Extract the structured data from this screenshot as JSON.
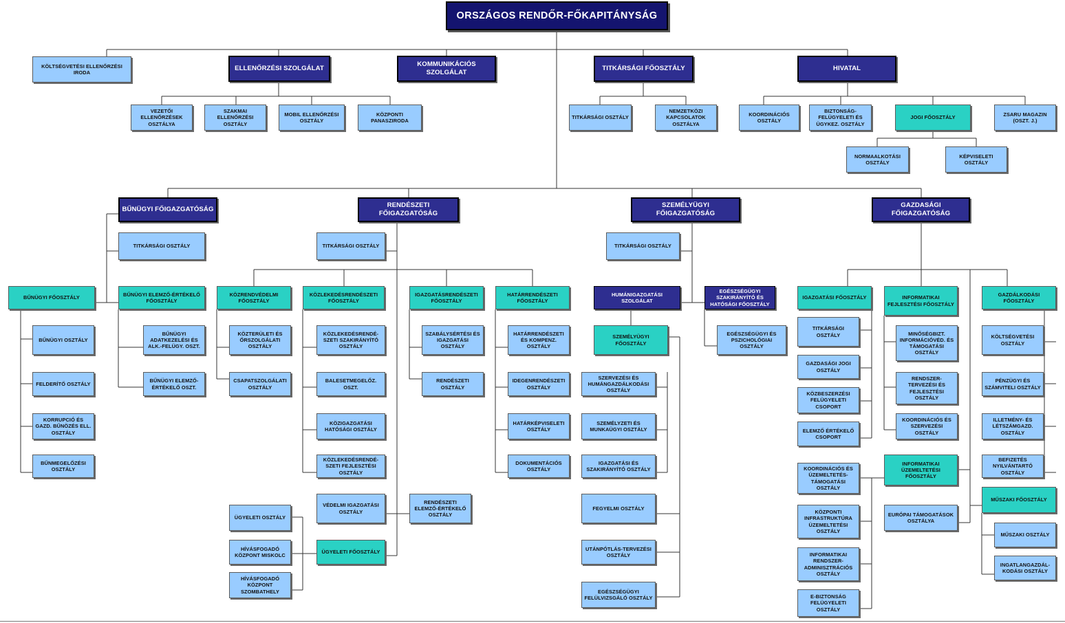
{
  "chart": {
    "root": "ORSZÁGOS RENDŐR-FŐKAPITÁNYSÁG",
    "central": {
      "koltsegvetesi_ellenorzesi_iroda": "KÖLTSÉGVETÉSI ELLENŐRZÉSI IRODA",
      "ellenorzesi_szolgalat": "ELLENŐRZÉSI SZOLGÁLAT",
      "kommunikacios_szolgalat": "KOMMUNIKÁCIÓS SZOLGÁLAT",
      "titkarsagi_foosztaly": "TITKÁRSÁGI FŐOSZTÁLY",
      "hivatal": "HIVATAL",
      "vezetoi_ellenorzesek": "VEZETŐI ELLENŐRZÉSEK OSZTÁLYA",
      "szakmai_ellenorzesi": "SZAKMAI ELLENŐRZÉSI OSZTÁLY",
      "mobil_ellenorzesi": "MOBIL ELLENŐRZÉSI OSZTÁLY",
      "kozponti_panasziroda": "KÖZPONTI PANASZIRODA",
      "titkarsagi_osztaly": "TITKÁRSÁGI OSZTÁLY",
      "nemzetkozi_kapcsolatok": "NEMZETKÖZI KAPCSOLATOK OSZTÁLYA",
      "koordinacios": "KOORDINÁCIÓS OSZTÁLY",
      "biztonsag_felugyeleti": "BIZTONSÁG-FELÜGYELETI ÉS ÜGYKEZ. OSZTÁLY",
      "jogi_foosztaly": "JOGI FŐOSZTÁLY",
      "zsaru_magazin": "ZSARU MAGAZIN (OSZT. J.)",
      "normaalkotasi": "NORMAALKOTÁSI OSZTÁLY",
      "kepviseleti": "KÉPVISELETI OSZTÁLY"
    },
    "bunugyi": {
      "head": "BŰNÜGYI FŐIGAZGATÓSÁG",
      "titkarsagi": "TITKÁRSÁGI OSZTÁLY",
      "bunugyi_foosztaly": "BŰNÜGYI FŐOSZTÁLY",
      "bunugyi_osztaly": "BŰNÜGYI OSZTÁLY",
      "felderito": "FELDERÍTŐ OSZTÁLY",
      "korrupcio": "KORRUPCIÓ ÉS GAZD. BŰNÖZÉS ELL. OSZTÁLY",
      "bunmegelozesi": "BŰNMEGELŐZÉSI OSZTÁLY",
      "elemzo_foosztaly": "BŰNÜGYI ELEMZŐ-ÉRTÉKELŐ FŐOSZTÁLY",
      "adatkezelesi": "BŰNÜGYI ADATKEZELÉSI ÉS ALK.-FELÜGY. OSZT.",
      "elemzo_oszt": "BŰNÜGYI ELEMZŐ-ÉRTÉKELŐ OSZT."
    },
    "rendeszeti": {
      "head": "RENDÉSZETI FŐIGAZGATÓSÁG",
      "titkarsagi": "TITKÁRSÁGI OSZTÁLY",
      "kozrendvedelmi": "KÖZRENDVÉDELMI FŐOSZTÁLY",
      "kozteruleti": "KÖZTERÜLETI ÉS ŐRSZOLGÁLATI OSZTÁLY",
      "csapatszolgalati": "CSAPATSZOLGÁLATI OSZTÁLY",
      "kozlekedesrendeszeti": "KÖZLEKEDÉSRENDÉSZETI FŐOSZTÁLY",
      "kozl_szakiranyito": "KÖZLEKEDÉSRENDÉ-SZETI SZAKIRÁNYÍTÓ OSZTÁLY",
      "balesetmegeloz": "BALESETMEGELŐZ. OSZT.",
      "kozigazgatasi": "KÖZIGAZGATÁSI HATÓSÁGI OSZTÁLY",
      "kozl_fejlesztesi": "KÖZLEKEDÉSRENDÉ-SZETI FEJLESZTÉSI OSZTÁLY",
      "vedelmi": "VÉDELMI IGAZGATÁSI OSZTÁLY",
      "ugyeleti_foosztaly": "ÜGYELETI FŐOSZTÁLY",
      "ugyeleti_osztaly": "ÜGYELETI OSZTÁLY",
      "hivasfogado_miskolc": "HÍVÁSFOGADÓ KÖZPONT MISKOLC",
      "hivasfogado_szombathely": "HÍVÁSFOGADÓ KÖZPONT SZOMBATHELY",
      "igazgatasrendeszeti": "IGAZGATÁSRENDÉSZETI FŐOSZTÁLY",
      "szabalysertesi": "SZABÁLYSÉRTÉSI ÉS IGAZGATÁSI OSZTÁLY",
      "rendeszeti_osztaly": "RENDÉSZETI OSZTÁLY",
      "rendeszeti_elemzo": "RENDÉSZETI ELEMZŐ-ÉRTÉKELŐ OSZTÁLY",
      "hatarrendeszeti": "HATÁRRENDÉSZETI FŐOSZTÁLY",
      "hatarrendeszeti_kompenz": "HATÁRRENDÉSZETI ÉS KOMPENZ. OSZTÁLY",
      "idegenrendeszeti": "IDEGENRENDÉSZETI OSZTÁLY",
      "hatarkepviseleti": "HATÁRKÉPVISELETI OSZTÁLY",
      "dokumentacios": "DOKUMENTÁCIÓS OSZTÁLY"
    },
    "szemelyugyi": {
      "head": "SZEMÉLYÜGYI FŐIGAZGATÓSÁG",
      "titkarsagi": "TITKÁRSÁGI OSZTÁLY",
      "humanigazgatasi": "HUMÁNIGAZGATÁSI SZOLGÁLAT",
      "egeszsegugyi_foosztaly": "EGÉSZSÉGÜGYI SZAKIRÁNYÍTÓ ÉS HATÓSÁGI FŐOSZTÁLY",
      "egeszsegugyi_pszich": "EGÉSZSÉGÜGYI ÉS PSZICHOLÓGIAI OSZTÁLY",
      "szemelyugyi_foosztaly": "SZEMÉLYÜGYI FŐOSZTÁLY",
      "szervezesi": "SZERVEZÉSI ÉS HUMÁNGAZDÁLKODÁSI OSZTÁLY",
      "szemelyzeti": "SZEMÉLYZETI ÉS MUNKAÜGYI OSZTÁLY",
      "igazgatasi_szakiranyito": "IGAZGATÁSI ÉS SZAKIRÁNYÍTÓ OSZTÁLY",
      "fegyelmi": "FEGYELMI OSZTÁLY",
      "utanpotlas": "UTÁNPÓTLÁS-TERVEZÉSI OSZTÁLY",
      "felulvizsgalo": "EGÉSZSÉGÜGYI FELÜLVIZSGÁLÓ OSZTÁLY"
    },
    "gazdasagi": {
      "head": "GAZDASÁGI FŐIGAZGATÓSÁG",
      "igazgatasi_foosztaly": "IGAZGATÁSI FŐOSZTÁLY",
      "titkarsagi": "TITKÁRSÁGI OSZTÁLY",
      "gazdasagi_jogi": "GAZDASÁGI JOGI OSZTÁLY",
      "kozbeszerzesi": "KÖZBESZERZÉSI FELÜGYELETI CSOPORT",
      "elemzo_ertekelo": "ELEMZŐ ÉRTÉKELŐ CSOPORT",
      "koordinacios_uzemeltetes": "KOORDINÁCIÓS ÉS ÜZEMELTETÉS-TÁMOGATÁSI OSZTÁLY",
      "kozponti_infra": "KÖZPONTI INFRASTRUKTÚRA ÜZEMELTETÉSI OSZTÁLY",
      "informatikai_rendszer": "INFORMATIKAI RENDSZER-ADMINISZTRÁCIÓS OSZTÁLY",
      "e_biztonsag": "E-BIZTONSÁG FELÜGYELETI OSZTÁLY",
      "informatikai_fejlesztesi": "INFORMATIKAI FEJLESZTÉSI FŐOSZTÁLY",
      "minosegbizt": "MINŐSÉGBIZT. INFORMÁCIÓVÉD. ÉS TÁMOGATÁSI OSZTÁLY",
      "rendszertervezesi": "RENDSZER-TERVEZÉSI ÉS FEJLESZTÉSI OSZTÁLY",
      "koordinacios_szervezesi": "KOORDINÁCIÓS ÉS SZERVEZÉSI OSZTÁLY",
      "informatikai_uzemeltetesi": "INFORMATIKAI ÜZEMELTETÉSI FŐOSZTÁLY",
      "europai_tamogatasok": "EURÓPAI TÁMOGATÁSOK OSZTÁLYA",
      "gazdalkodasi": "GAZDÁLKODÁSI FŐOSZTÁLY",
      "koltsegvetesi": "KÖLTSÉGVETÉSI OSZTÁLY",
      "penzugyi": "PÉNZÜGYI ÉS SZÁMVITELI OSZTÁLY",
      "illetmeny": "ILLETMÉNY- ÉS LÉTSZÁMGAZD. OSZTÁLY",
      "befizetes": "BEFIZETÉS NYILVÁNTARTÓ OSZTÁLY",
      "muszaki_foosztaly": "MŰSZAKI FŐOSZTÁLY",
      "muszaki_osztaly": "MŰSZAKI OSZTÁLY",
      "ingatlangazdalkodasi": "INGATLANGAZDÁL-KODÁSI OSZTÁLY"
    }
  },
  "colors": {
    "light_box": "#99ccff",
    "teal_box": "#2ad1c4",
    "navy_box": "#2e2e90",
    "top_box": "#14146f",
    "line": "#333333"
  }
}
